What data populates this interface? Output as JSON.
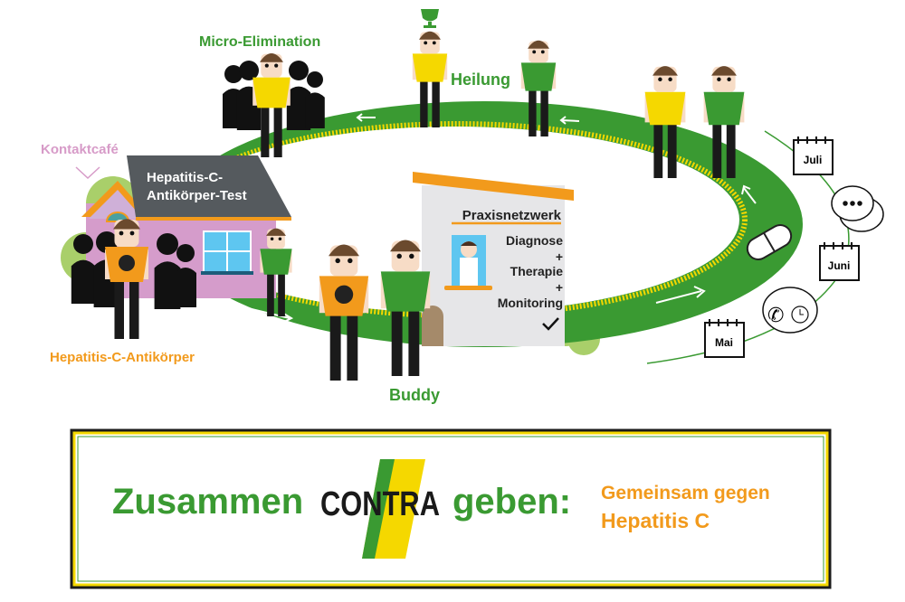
{
  "labels": {
    "micro_elimination": "Micro-Elimination",
    "heilung": "Heilung",
    "kontaktcafe": "Kontaktcafé",
    "test_line1": "Hepatitis-C-",
    "test_line2": "Antikörper-Test",
    "antikoerper": "Hepatitis-C-Antikörper",
    "buddy": "Buddy",
    "praxis_title": "Praxisnetzwerk",
    "diagnose": "Diagnose",
    "plus1": "+",
    "therapie": "Therapie",
    "plus2": "+",
    "monitoring": "Monitoring"
  },
  "calendar": [
    "Mai",
    "Juni",
    "Juli"
  ],
  "banner": {
    "zusammen": "Zusammen",
    "logo": "CONTRA",
    "geben": "geben:",
    "slogan_line1": "Gemeinsam gegen",
    "slogan_line2": "Hepatitis C"
  },
  "colors": {
    "green": "#3a9a32",
    "yellow": "#f5d800",
    "orange": "#f29a1c",
    "pink": "#d79bc8",
    "roof": "#555a5e",
    "house": "#d59ccb",
    "window": "#5ec6f0"
  }
}
